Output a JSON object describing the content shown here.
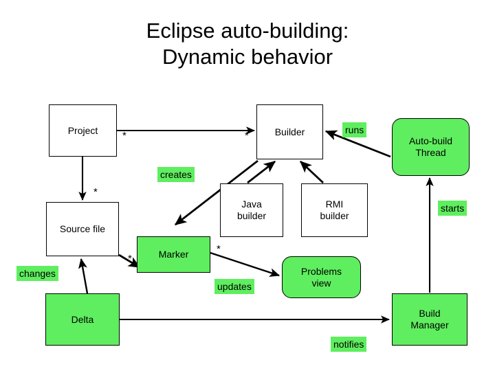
{
  "title": "Eclipse auto-building:\nDynamic behavior",
  "nodes": {
    "project": {
      "label": "Project",
      "fill": "#ffffff",
      "shape": "rect"
    },
    "builder": {
      "label": "Builder",
      "fill": "#ffffff",
      "shape": "rect"
    },
    "auto_build_thread": {
      "label": "Auto-build\nThread",
      "fill": "#5FEE5F",
      "shape": "rounded-rect"
    },
    "java_builder": {
      "label": "Java\nbuilder",
      "fill": "#ffffff",
      "shape": "rect"
    },
    "rmi_builder": {
      "label": "RMI\nbuilder",
      "fill": "#ffffff",
      "shape": "rect"
    },
    "source_file": {
      "label": "Source file",
      "fill": "#ffffff",
      "shape": "rect"
    },
    "marker": {
      "label": "Marker",
      "fill": "#5FEE5F",
      "shape": "rect"
    },
    "delta": {
      "label": "Delta",
      "fill": "#5FEE5F",
      "shape": "rect"
    },
    "problems_view": {
      "label": "Problems\nview",
      "fill": "#5FEE5F",
      "shape": "rounded-rect"
    },
    "build_manager": {
      "label": "Build\nManager",
      "fill": "#5FEE5F",
      "shape": "rect"
    }
  },
  "edge_labels": {
    "runs": "runs",
    "starts": "starts",
    "creates": "creates",
    "changes": "changes",
    "updates": "updates",
    "notifies": "notifies"
  },
  "multiplicities": {
    "project_to_builder_source": "*",
    "project_to_builder_target": "*",
    "project_to_source_file": "*",
    "source_file_to_marker": "*",
    "marker_to_problems_view": "*"
  },
  "colors": {
    "highlight_green": "#5FEE5F",
    "stroke": "#000000",
    "background": "#ffffff"
  }
}
